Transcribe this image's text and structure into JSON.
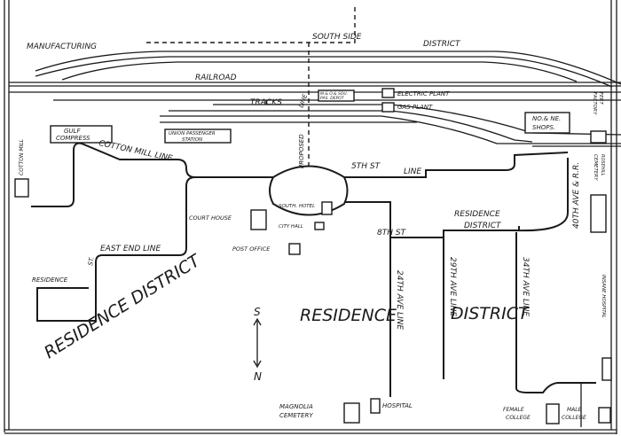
{
  "map": {
    "labels": {
      "manufacturing": "MANUFACTURING",
      "south_side": "SOUTH SIDE",
      "district_top": "DISTRICT",
      "railroad": "RAILROAD",
      "tracks": "TRACKS",
      "line": "LINE",
      "proposed": "PROPOSED",
      "depot_1": "M.& O.& SOU.",
      "depot_2": "PAS. DEPOT",
      "electric_plant": "ELECTRIC PLANT",
      "gas_plant": "GAS PLANT",
      "fert_factory_1": "FERT",
      "fert_factory_2": "FACTORY",
      "shops_1": "NO.& NE.",
      "shops_2": "SHOPS.",
      "cotton_mill": "COTTON MILL",
      "gulf_compress_1": "GULF",
      "gulf_compress_2": "COMPRESS",
      "union_station_1": "UNION PASSENGER",
      "union_station_2": "STATION",
      "cotton_mill_line": "COTTON MILL LINE",
      "court_house": "COURT HOUSE",
      "south_hotel": "SOUTH. HOTEL",
      "city_hall": "CITY HALL",
      "fifth_st": "5TH ST",
      "fifth_line": "LINE",
      "eighth_st": "8TH ST",
      "residence_district_right_1": "RESIDENCE",
      "residence_district_right_2": "DISTRICT",
      "fortieth_ave": "40TH AVE & R.R.",
      "rosehill_1": "ROSEHILL",
      "rosehill_2": "CEMETERY",
      "post_office": "POST OFFICE",
      "east_end_line": "EAST END LINE",
      "st": "ST.",
      "residence_left": "RESIDENCE",
      "residence_district_left": "RESIDENCE DISTRICT",
      "residence_district_center": "RESIDENCE",
      "district_center": "DISTRICT",
      "ave_24": "24TH AVE LINE",
      "ave_29": "29TH AVE LINE",
      "ave_34": "34TH AVE LINE",
      "insane_hospital": "INSANE HOSPITAL",
      "compass_s": "S",
      "compass_n": "N",
      "magnolia_1": "MAGNOLIA",
      "magnolia_2": "CEMETERY",
      "hospital": "HOSPITAL",
      "female_college_1": "FEMALE",
      "female_college_2": "COLLEGE",
      "male_college_1": "MALE",
      "male_college_2": "COLLEGE"
    }
  }
}
